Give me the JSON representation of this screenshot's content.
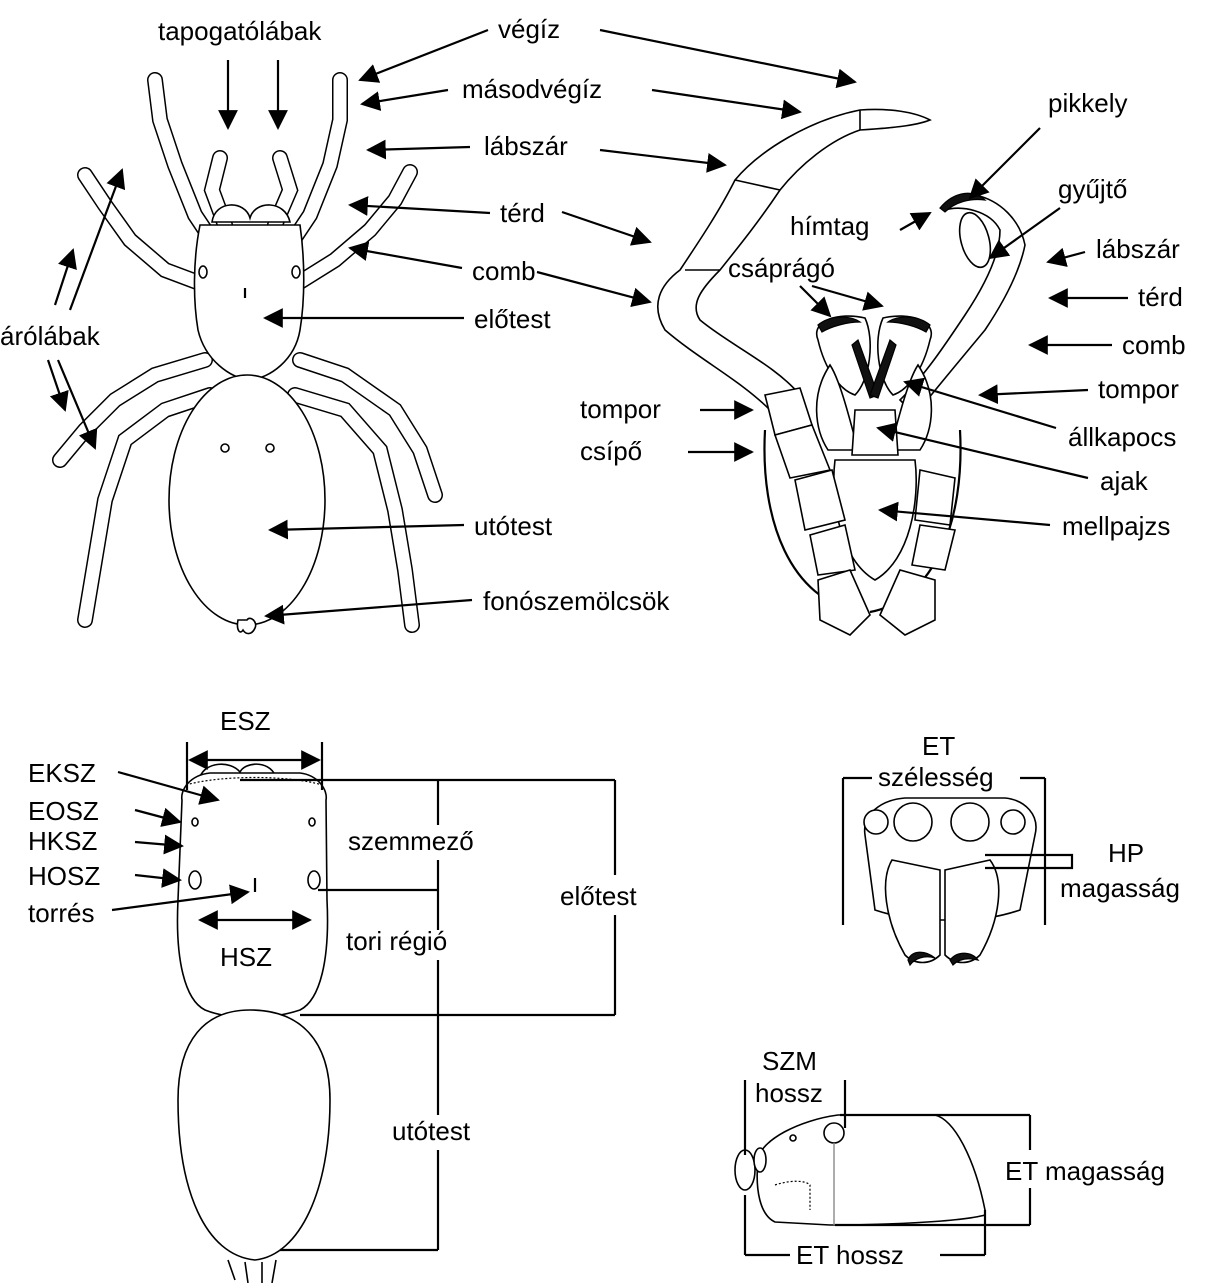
{
  "dorsal_view": {
    "labels": {
      "pedipalps": "tapogatólábak",
      "tarsus": "végíz",
      "metatarsus": "másodvégíz",
      "tibia": "lábszár",
      "patella": "térd",
      "femur": "comb",
      "prosoma": "előtest",
      "walking_legs": "árólábak",
      "opisthosoma": "utótest",
      "spinnerets": "fonószemölcsök"
    }
  },
  "ventral_view": {
    "labels": {
      "scale": "pikkely",
      "collector": "gyűjtő",
      "embolus": "hímtag",
      "tibia": "lábszár",
      "chelicerae": "csáprágó",
      "patella": "térd",
      "femur": "comb",
      "trochanter_right": "tompor",
      "trochanter_left": "tompor",
      "coxa": "csípő",
      "maxilla": "állkapocs",
      "labium": "ajak",
      "sternum": "mellpajzs"
    }
  },
  "measurement_view": {
    "labels": {
      "esz": "ESZ",
      "eksz": "EKSZ",
      "eosz": "EOSZ",
      "hksz": "HKSZ",
      "hosz": "HOSZ",
      "torres": "torrés",
      "hsz": "HSZ",
      "eye_field": "szemmező",
      "thoracic_region": "tori régió",
      "prosoma": "előtest",
      "opisthosoma": "utótest"
    }
  },
  "front_view": {
    "labels": {
      "et": "ET",
      "width": "szélesség",
      "hp": "HP",
      "height": "magasság"
    }
  },
  "lateral_view": {
    "labels": {
      "szm": "SZM",
      "length_top": "hossz",
      "et_height": "ET magasság",
      "et_length": "ET hossz"
    }
  }
}
